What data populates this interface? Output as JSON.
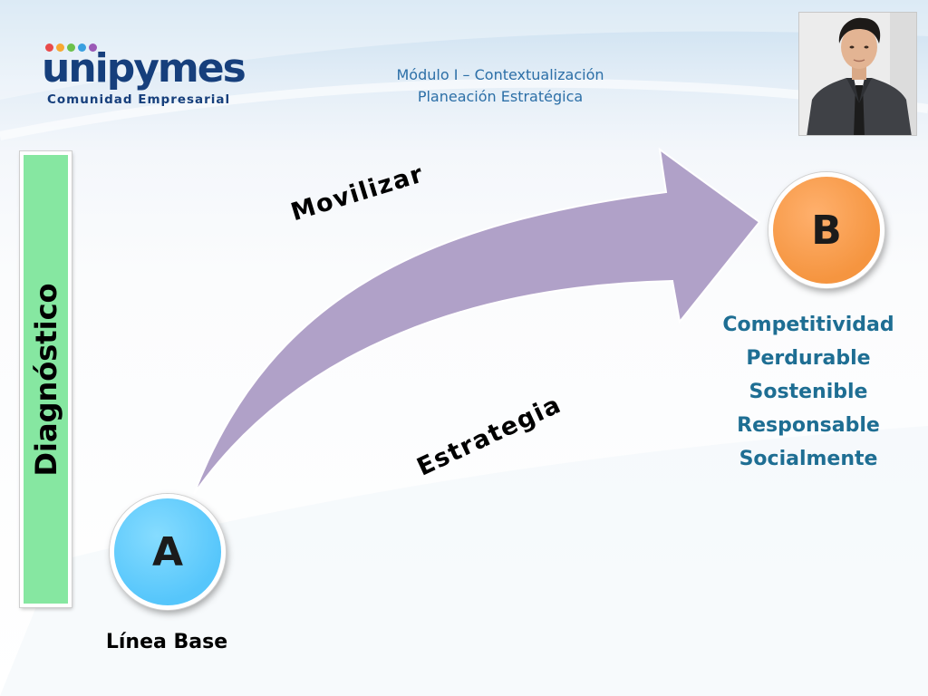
{
  "logo": {
    "wordmark": "unipymes",
    "tagline": "Comunidad Empresarial",
    "dot_colors": [
      "#e84b4b",
      "#f7a832",
      "#6cc14b",
      "#3aa0e0",
      "#9b59b6"
    ]
  },
  "header": {
    "line1": "Módulo I – Contextualización",
    "line2": "Planeación Estratégica"
  },
  "photo": {
    "icon": "presenter-portrait"
  },
  "sidebar": {
    "label": "Diagnóstico",
    "color": "#86e7a1"
  },
  "arrow": {
    "upper_label": "Movilizar",
    "lower_label": "Estrategia",
    "color": "#b0a1c8"
  },
  "point_a": {
    "letter": "A",
    "caption": "Línea Base",
    "color": "#56c6fb"
  },
  "point_b": {
    "letter": "B",
    "color": "#f59540",
    "attributes": [
      "Competitividad",
      "Perdurable",
      "Sostenible",
      "Responsable",
      "Socialmente"
    ]
  }
}
